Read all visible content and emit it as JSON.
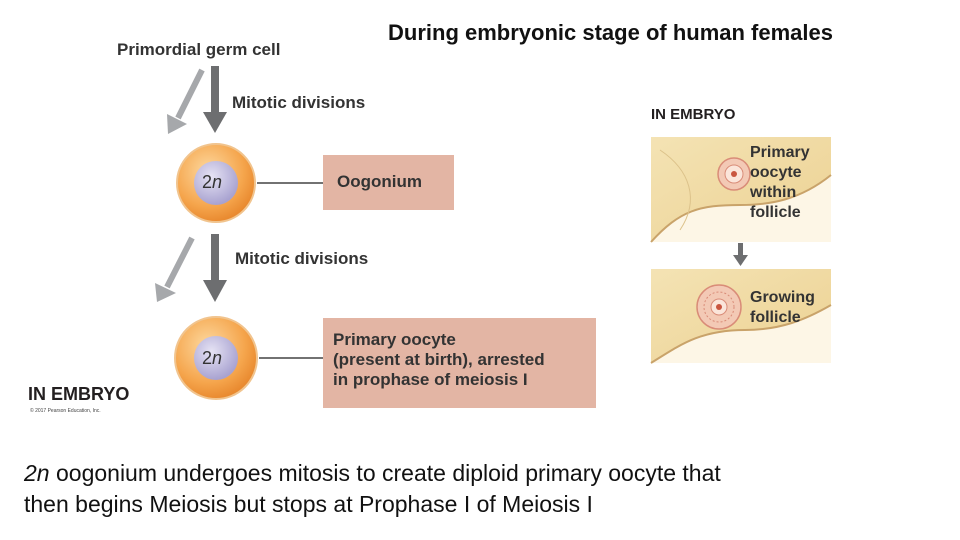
{
  "title": "During embryonic stage of human females",
  "diagram": {
    "primordial_label": "Primordial germ cell",
    "mitotic_label_1": "Mitotic divisions",
    "mitotic_label_2": "Mitotic divisions",
    "cell_1_ploidy": "2n",
    "cell_2_ploidy": "2n",
    "oogonium_label": "Oogonium",
    "primary_oocyte_lines": [
      "Primary oocyte",
      "(present at birth), arrested",
      "in prophase of meiosis I"
    ],
    "embryo_label_left": "IN EMBRYO",
    "copyright": "© 2017 Pearson Education, Inc."
  },
  "follicle_panel": {
    "embryo_label": "IN EMBRYO",
    "primary_follicle_lines": [
      "Primary",
      "oocyte",
      "within",
      "follicle"
    ],
    "growing_follicle_lines": [
      "Growing",
      "follicle"
    ]
  },
  "caption": {
    "italic_term": "2n",
    "line_1_rest": " oogonium undergoes mitosis to create diploid primary oocyte that",
    "line_2": "then begins Meiosis but stops at Prophase I of Meiosis I"
  },
  "colors": {
    "box_fill": "#e3b5a4",
    "cell_outer": "#f5a54c",
    "cell_nucleus": "#b9b4d8",
    "arrow_dark": "#6d6e70",
    "arrow_light": "#a6a8ab",
    "tissue": "#f2dfa8"
  }
}
